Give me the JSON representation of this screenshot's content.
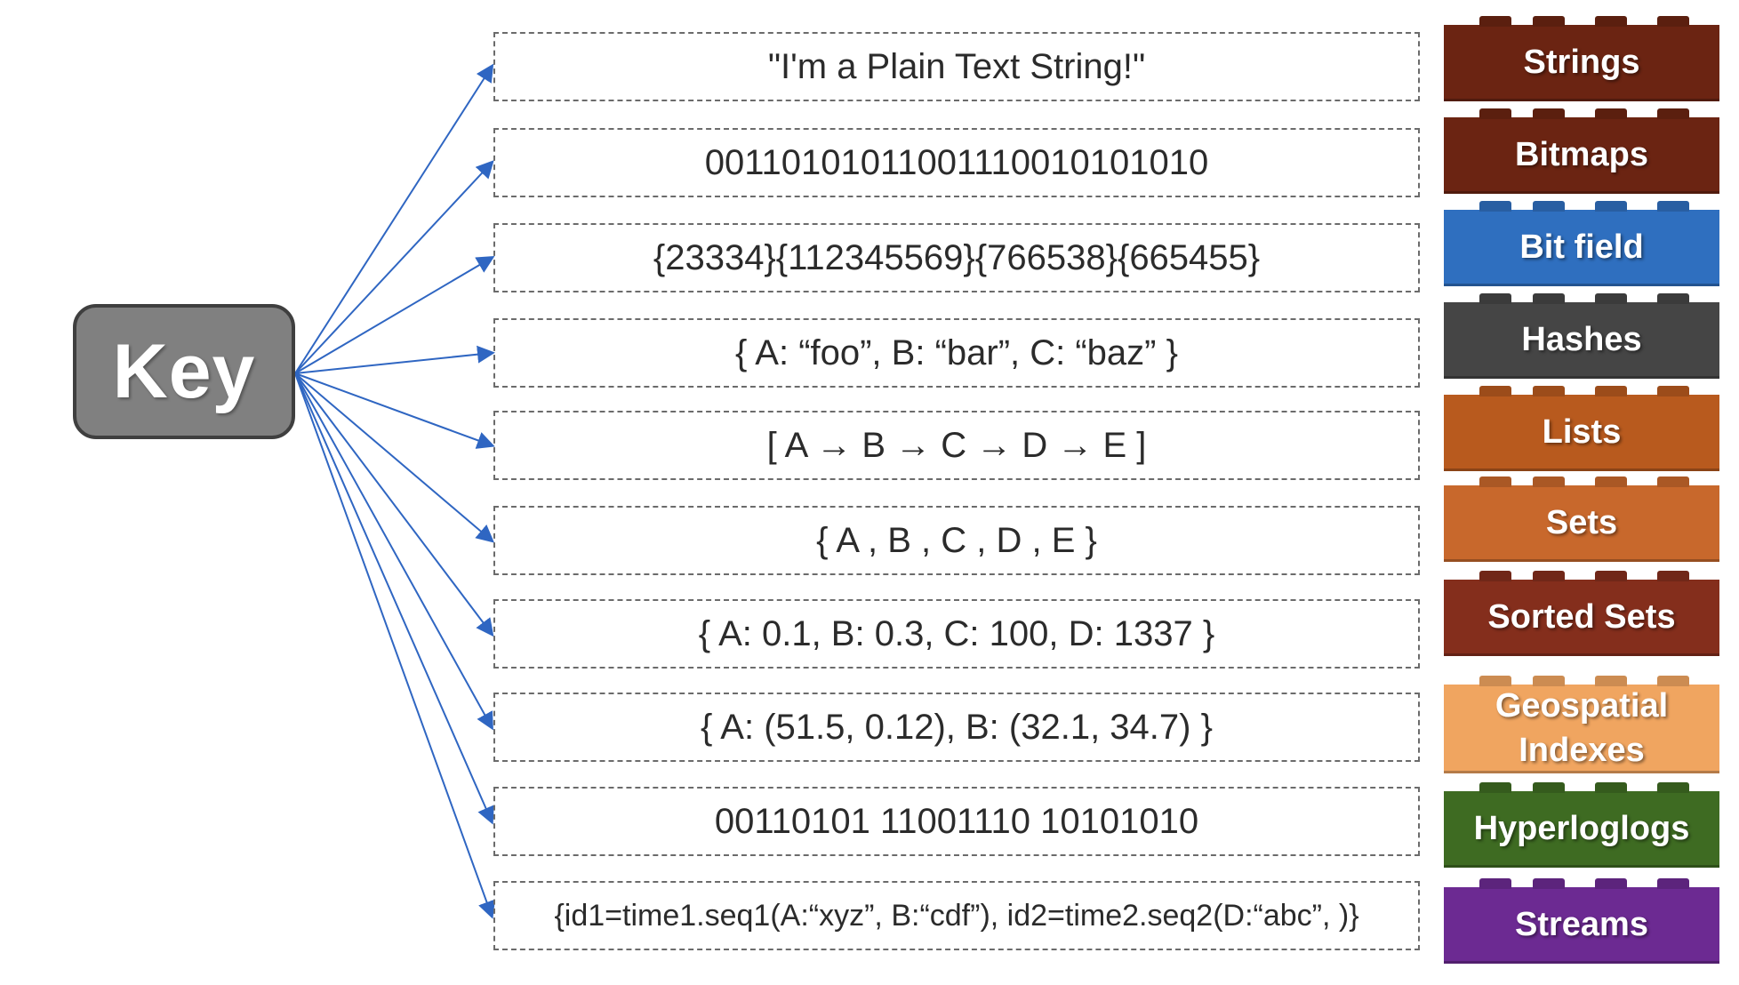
{
  "key": {
    "label": "Key"
  },
  "values": [
    "\"I'm a Plain Text String!\"",
    "00110101011001110010101010",
    "{23334}{112345569}{766538}{665455}",
    "{ A: “foo”, B: “bar”, C: “baz”  }",
    "[ A → B → C → D → E ]",
    "{  A , B , C , D , E  }",
    "{ A: 0.1, B: 0.3, C: 100, D: 1337 }",
    "{ A: (51.5, 0.12), B: (32.1, 34.7)  }",
    "00110101 11001110 10101010",
    "{id1=time1.seq1(A:“xyz”, B:“cdf”), id2=time2.seq2(D:“abc”, )}"
  ],
  "types": [
    {
      "label": "Strings",
      "color": "#6b2412"
    },
    {
      "label": "Bitmaps",
      "color": "#6b2412"
    },
    {
      "label": "Bit field",
      "color": "#2f6fbf"
    },
    {
      "label": "Hashes",
      "color": "#454545"
    },
    {
      "label": "Lists",
      "color": "#b85a1e"
    },
    {
      "label": "Sets",
      "color": "#c8682c"
    },
    {
      "label": "Sorted Sets",
      "color": "#842e1c"
    },
    {
      "label": "Geospatial Indexes",
      "color": "#f0a560"
    },
    {
      "label": "Hyperloglogs",
      "color": "#3e6b22"
    },
    {
      "label": "Streams",
      "color": "#6c2a92"
    }
  ],
  "colors": {
    "arrow": "#2f66c2",
    "key_fill": "#808080",
    "key_border": "#3f3f3f",
    "dash_border": "#6b6b6b"
  }
}
